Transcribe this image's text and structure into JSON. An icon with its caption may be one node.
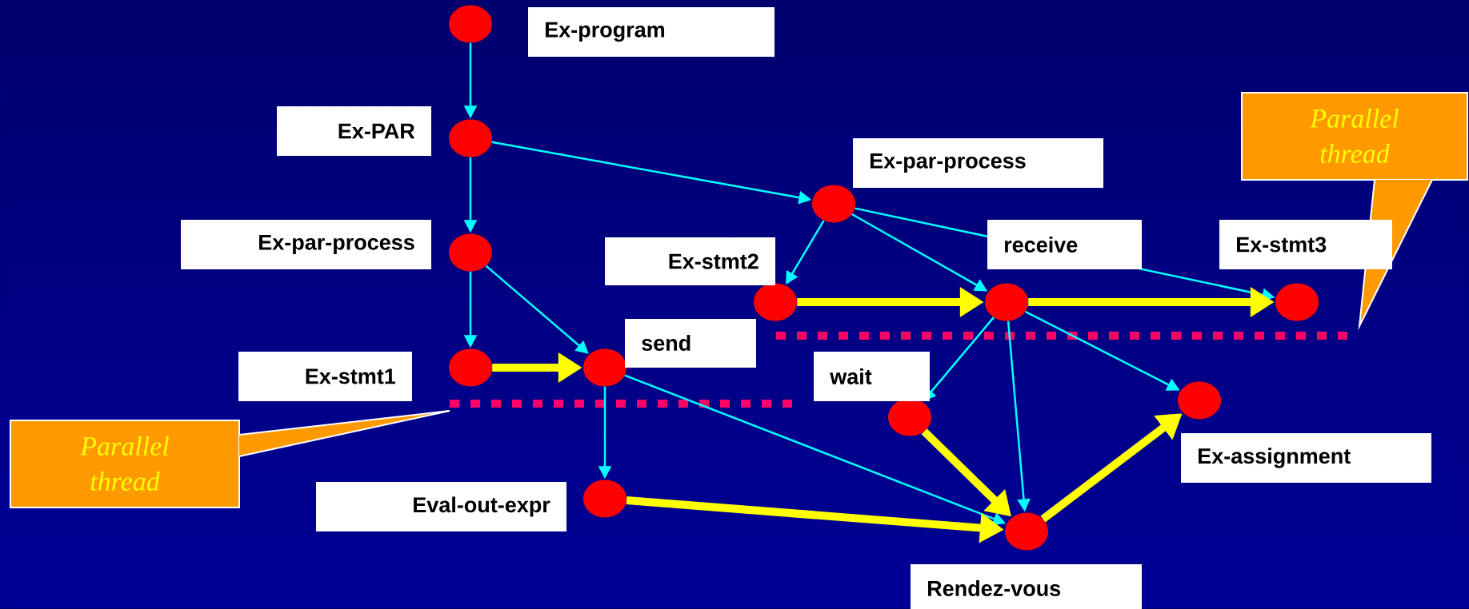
{
  "diagram": {
    "nodes": [
      {
        "text": [],
        "shape": "circle",
        "beside": [
          "Ex-program"
        ]
      },
      {
        "text": [],
        "shape": "circle",
        "beside": [
          "Ex-PAR"
        ]
      },
      {
        "text": [],
        "shape": "circle",
        "beside": [
          "Ex-par-process"
        ]
      },
      {
        "text": [],
        "shape": "circle",
        "beside": [
          "Ex-stmt1"
        ]
      },
      {
        "text": [],
        "shape": "circle",
        "beside": [
          "send"
        ]
      },
      {
        "text": [],
        "shape": "circle",
        "beside": [
          "Eval-out-expr"
        ]
      },
      {
        "text": [],
        "shape": "circle",
        "beside": [
          "Ex-par-process"
        ]
      },
      {
        "text": [],
        "shape": "circle",
        "beside": [
          "Ex-stmt2"
        ]
      },
      {
        "text": [],
        "shape": "circle",
        "beside": [
          "receive"
        ]
      },
      {
        "text": [],
        "shape": "circle",
        "beside": [
          "Ex-stmt3"
        ]
      },
      {
        "text": [],
        "shape": "circle",
        "beside": [
          "wait"
        ]
      },
      {
        "text": [],
        "shape": "circle",
        "beside": [
          "Ex-assignment"
        ]
      },
      {
        "text": [],
        "shape": "circle",
        "beside": [
          "Rendez-vous"
        ]
      },
      {
        "text": [
          "Parallel thread"
        ]
      },
      {
        "text": [
          "Parallel thread"
        ]
      }
    ],
    "edges": [
      {
        "from": 0,
        "to": 1,
        "arrow": "to"
      },
      {
        "from": 1,
        "to": 2,
        "arrow": "to"
      },
      {
        "from": 1,
        "to": 6,
        "arrow": "to"
      },
      {
        "from": 2,
        "to": 3,
        "arrow": "to"
      },
      {
        "from": 2,
        "to": 4,
        "arrow": "to"
      },
      {
        "from": 3,
        "to": 4,
        "arrow": "to",
        "style": "thick",
        "color": "#ffff00"
      },
      {
        "from": 4,
        "to": 5,
        "arrow": "to"
      },
      {
        "from": 4,
        "to": 12,
        "arrow": "to"
      },
      {
        "from": 5,
        "to": 12,
        "arrow": "to",
        "style": "thick",
        "color": "#ffff00"
      },
      {
        "from": 6,
        "to": 7,
        "arrow": "to"
      },
      {
        "from": 6,
        "to": 8,
        "arrow": "to"
      },
      {
        "from": 6,
        "to": 9,
        "arrow": "to"
      },
      {
        "from": 7,
        "to": 8,
        "arrow": "to",
        "style": "thick",
        "color": "#ffff00"
      },
      {
        "from": 8,
        "to": 9,
        "arrow": "to",
        "style": "thick",
        "color": "#ffff00"
      },
      {
        "from": 8,
        "to": 10,
        "arrow": "to"
      },
      {
        "from": 8,
        "to": 12,
        "arrow": "to"
      },
      {
        "from": 8,
        "to": 11,
        "arrow": "to"
      },
      {
        "from": 10,
        "to": 12,
        "arrow": "to",
        "style": "thick",
        "color": "#ffff00"
      },
      {
        "from": 12,
        "to": 11,
        "arrow": "to",
        "style": "thick",
        "color": "#ffff00"
      }
    ]
  }
}
